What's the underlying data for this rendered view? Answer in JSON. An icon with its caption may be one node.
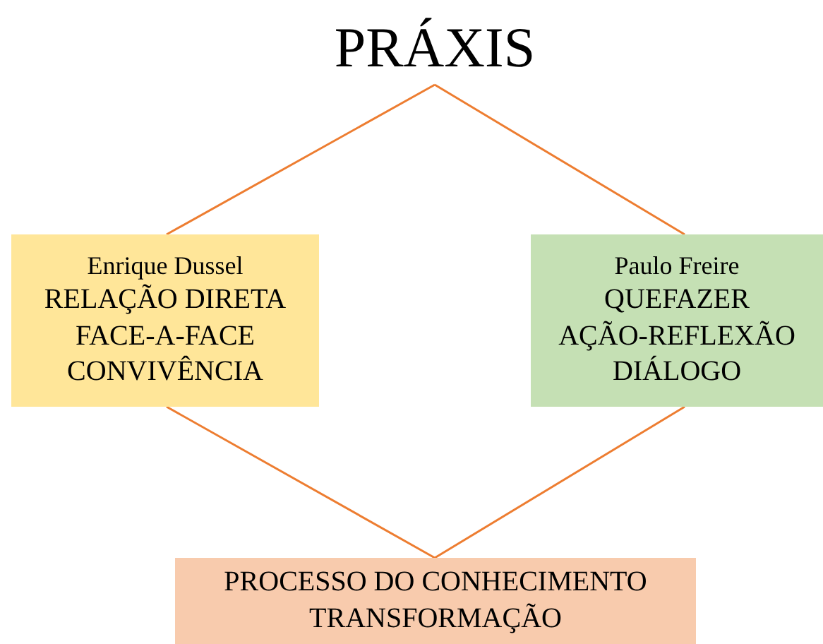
{
  "diagram": {
    "nodes": [
      {
        "text": [
          "PRÁXIS"
        ]
      },
      {
        "text": [
          "Enrique Dussel",
          "RELAÇÃO DIRETA",
          "FACE-A-FACE",
          "CONVIVÊNCIA"
        ]
      },
      {
        "text": [
          "Paulo Freire",
          "QUEFAZER",
          "AÇÃO-REFLEXÃO",
          "DIÁLOGO"
        ]
      },
      {
        "text": [
          "PROCESSO DO CONHECIMENTO",
          "TRANSFORMAÇÃO"
        ]
      }
    ],
    "edges": [
      {
        "from": 0,
        "to": 1,
        "arrow": "none"
      },
      {
        "from": 0,
        "to": 2,
        "arrow": "none"
      },
      {
        "from": 1,
        "to": 3,
        "arrow": "none"
      },
      {
        "from": 2,
        "to": 3,
        "arrow": "none"
      }
    ]
  }
}
